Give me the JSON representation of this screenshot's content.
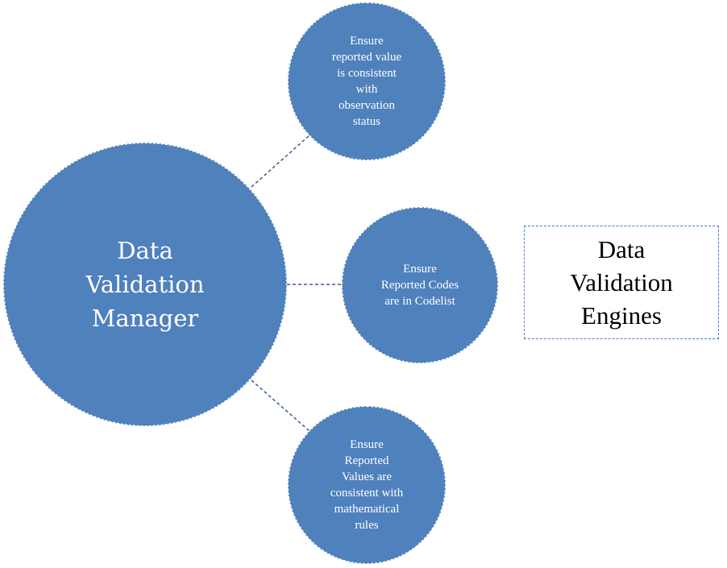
{
  "diagram": {
    "center_node": {
      "label": "Data\nValidation\nManager"
    },
    "engine_nodes": [
      {
        "label": "Ensure\nreported value\nis consistent\nwith\nobservation\nstatus"
      },
      {
        "label": "Ensure\nReported Codes\nare in Codelist"
      },
      {
        "label": "Ensure\nReported\nValues are\nconsistent with\nmathematical\nrules"
      }
    ],
    "group_box": {
      "label": "Data\nValidation\nEngines"
    },
    "colors": {
      "node_fill": "#4f81bd",
      "node_text": "#ffffff",
      "connector": "#385d8a",
      "box_border": "#4f81bd",
      "box_text": "#000000"
    }
  }
}
